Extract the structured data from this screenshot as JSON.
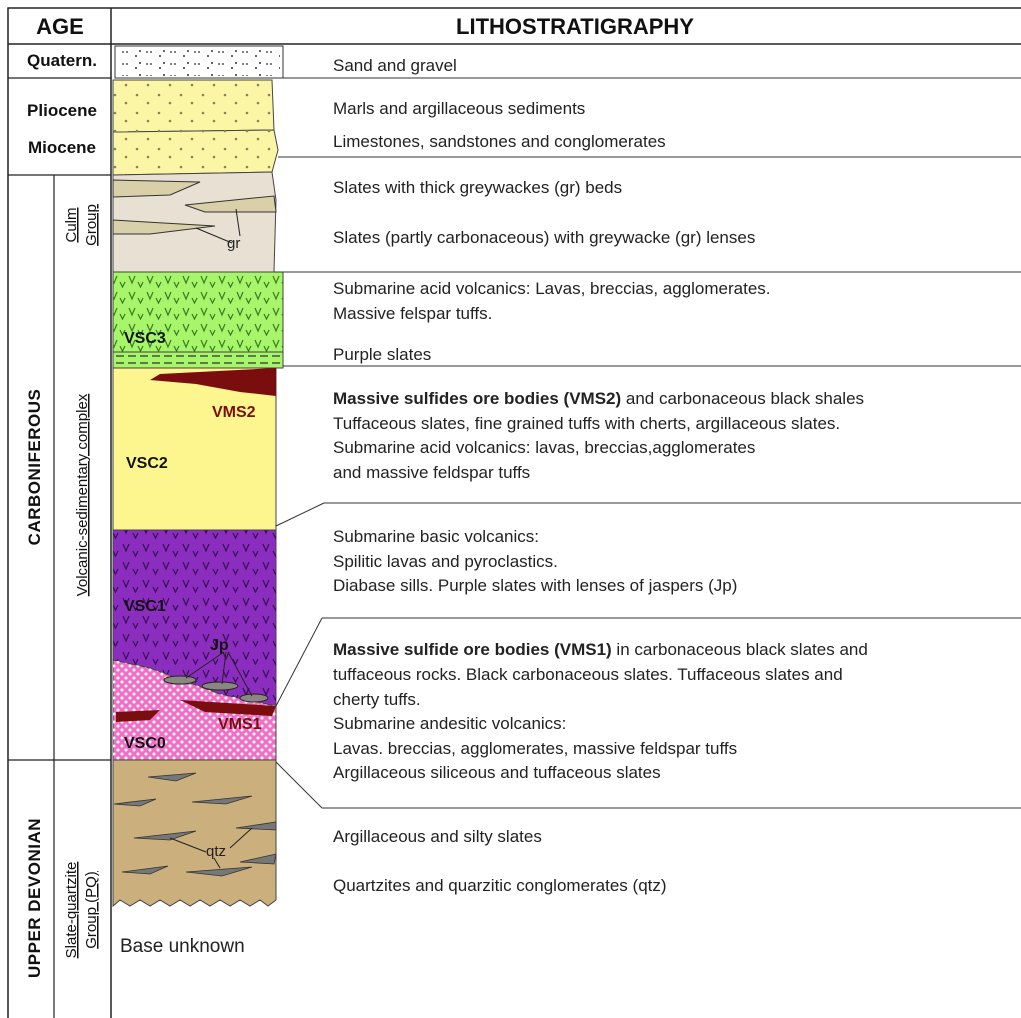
{
  "header": {
    "age": "AGE",
    "litho": "LITHOSTRATIGRAPHY"
  },
  "ages": {
    "quatern": "Quatern.",
    "pliocene": "Pliocene",
    "miocene": "Miocene",
    "carboniferous": "CARBONIFEROUS",
    "upper_devonian": "UPPER DEVONIAN"
  },
  "groups": {
    "culm_1": "Culm",
    "culm_2": "Group",
    "vsc": "Volcanic-sedimentary complex",
    "pq_1": "Slate-quartzite",
    "pq_2": "Group (PQ)"
  },
  "units": {
    "vsc3": "VSC3",
    "vsc2": "VSC2",
    "vsc1": "VSC1",
    "vsc0": "VSC0",
    "vms2": "VMS2",
    "vms1": "VMS1",
    "gr": "gr",
    "jp": "Jp",
    "qtz": "qtz",
    "base": "Base unknown"
  },
  "descriptions": {
    "d1": "Sand and gravel",
    "d2": "Marls and argillaceous sediments",
    "d3": "Limestones, sandstones and conglomerates",
    "d4": "Slates with thick greywackes (gr) beds",
    "d5": "Slates (partly carbonaceous) with greywacke (gr) lenses",
    "d6": "Submarine acid volcanics: Lavas, breccias, agglomerates.",
    "d7": "Massive felspar tuffs.",
    "d8": "Purple slates",
    "d9_bold": "Massive sulfides ore bodies (VMS2)",
    "d9_rest": " and carbonaceous black shales",
    "d10": "Tuffaceous slates, fine grained tuffs with cherts, argillaceous slates.",
    "d11": "Submarine acid volcanics: lavas, breccias,agglomerates",
    "d12": "and massive feldspar tuffs",
    "d13": "Submarine basic volcanics:",
    "d14": "Spilitic lavas and pyroclastics.",
    "d15": "Diabase sills. Purple slates with lenses of jaspers (Jp)",
    "d16_bold": "Massive sulfide ore bodies (VMS1)",
    "d16_rest": " in carbonaceous black slates and",
    "d17": "tuffaceous rocks. Black carbonaceous slates. Tuffaceous slates and",
    "d18": "cherty tuffs.",
    "d19": "Submarine andesitic volcanics:",
    "d20": "Lavas. breccias, agglomerates, massive feldspar tuffs",
    "d21": "Argillaceous siliceous and tuffaceous slates",
    "d22": "Argillaceous and silty slates",
    "d23": "Quartzites and quarzitic conglomerates (qtz)"
  },
  "colors": {
    "quaternary": "#ffffff",
    "neogene": "#fbf5a6",
    "culm": "#e8e0d2",
    "vsc3": "#a6f56a",
    "vsc2": "#fdf68f",
    "vsc1": "#8b2ec0",
    "vsc0": "#f070c8",
    "vms": "#7a0e0e",
    "pq": "#cbaf7c"
  }
}
